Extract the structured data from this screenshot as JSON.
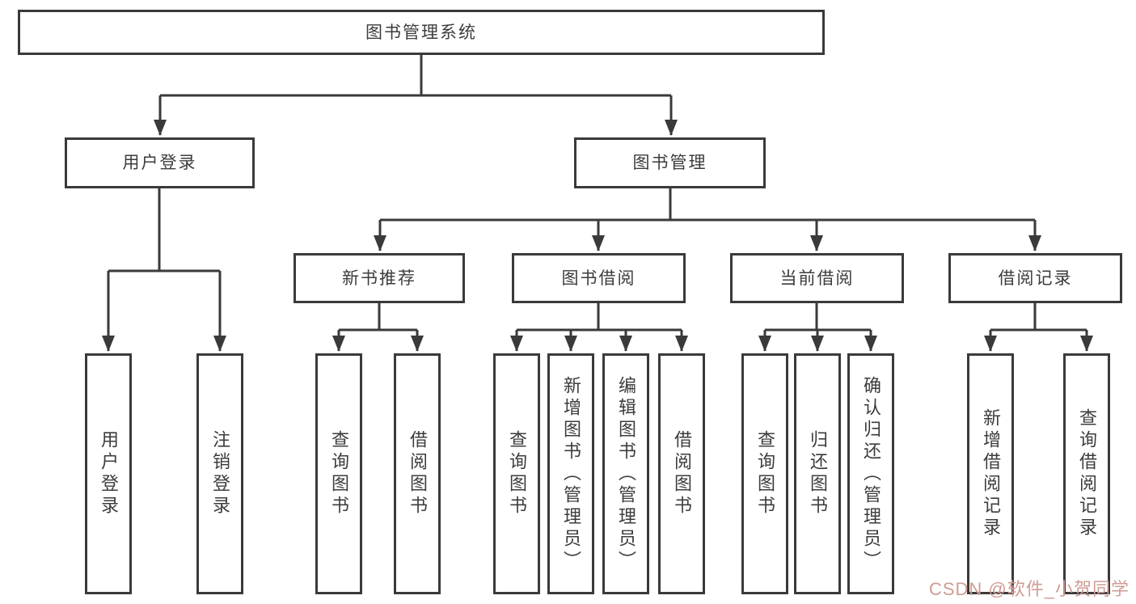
{
  "tree": {
    "root": {
      "label": "图书管理系统",
      "children": [
        {
          "label": "用户登录",
          "children": [
            {
              "label": "用户登录"
            },
            {
              "label": "注销登录"
            }
          ]
        },
        {
          "label": "图书管理",
          "children": [
            {
              "label": "新书推荐",
              "children": [
                {
                  "label": "查询图书"
                },
                {
                  "label": "借阅图书"
                }
              ]
            },
            {
              "label": "图书借阅",
              "children": [
                {
                  "label": "查询图书"
                },
                {
                  "label": "新增图书（管理员）"
                },
                {
                  "label": "编辑图书（管理员）"
                },
                {
                  "label": "借阅图书"
                }
              ]
            },
            {
              "label": "当前借阅",
              "children": [
                {
                  "label": "查询图书"
                },
                {
                  "label": "归还图书"
                },
                {
                  "label": "确认归还（管理员）"
                }
              ]
            },
            {
              "label": "借阅记录",
              "children": [
                {
                  "label": "新增借阅记录"
                },
                {
                  "label": "查询借阅记录"
                }
              ]
            }
          ]
        }
      ]
    }
  },
  "watermark": {
    "text": "CSDN @软件_小贺同学"
  },
  "colors": {
    "line": "#3a3a3a",
    "text": "#3c3c3c",
    "watermark": "#cf9c94",
    "background": "#ffffff"
  }
}
